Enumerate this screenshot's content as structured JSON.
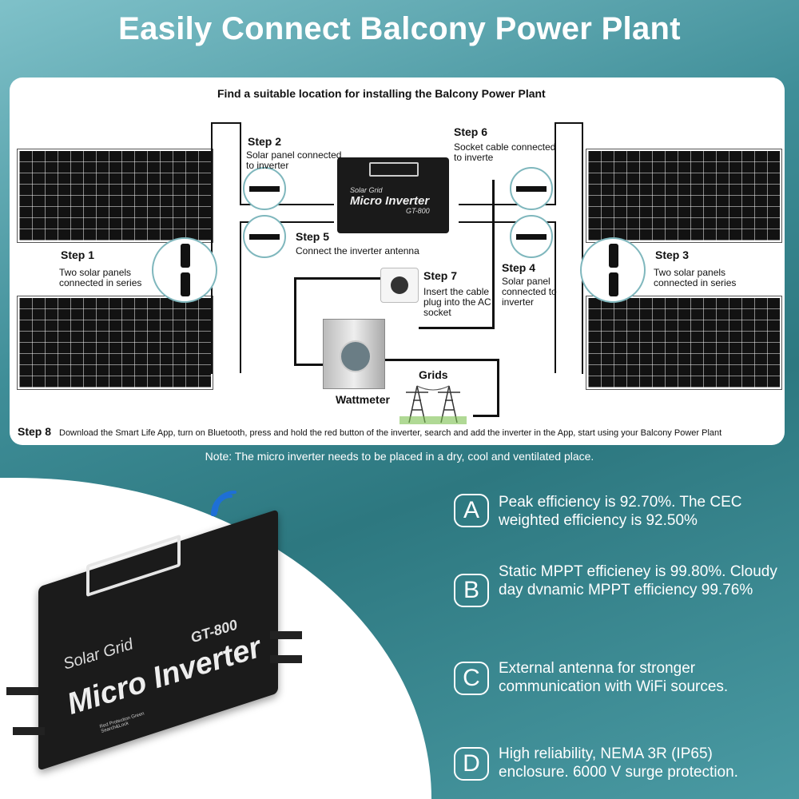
{
  "title": "Easily Connect Balcony Power Plant",
  "diagram": {
    "heading": "Find a suitable location for installing the Balcony Power Plant",
    "step1": {
      "label": "Step 1",
      "text": "Two solar panels connected in series"
    },
    "step2": {
      "label": "Step 2",
      "text": "Solar panel connected to inverter"
    },
    "step3": {
      "label": "Step 3",
      "text": "Two solar panels connected in series"
    },
    "step4": {
      "label": "Step 4",
      "text": "Solar panel connected to inverter"
    },
    "step5": {
      "label": "Step 5",
      "text": "Connect the inverter antenna"
    },
    "step6": {
      "label": "Step 6",
      "text": "Socket cable connected to inverte"
    },
    "step7": {
      "label": "Step 7",
      "text": "Insert the cable plug into the AC socket"
    },
    "grids": "Grids",
    "wattmeter": "Wattmeter",
    "step8": {
      "label": "Step 8",
      "text": "Download the Smart Life App, turn on Bluetooth, press and hold the red button of the inverter, search and add the inverter in the App, start using your Balcony Power Plant"
    },
    "inverter": {
      "brand": "Solar Grid",
      "name": "Micro Inverter",
      "model": "GT-800"
    }
  },
  "note": "Note: The micro inverter needs to be placed in a dry, cool and ventilated place.",
  "product": {
    "brand": "Solar Grid",
    "name": "Micro Inverter",
    "model": "GT-800",
    "button_label": "Red Protection Green Search&Lock",
    "wifi_icon": "wifi-icon"
  },
  "features": [
    {
      "letter": "A",
      "text": "Peak efficiency is 92.70%. The CEC weighted efficiency is 92.50%"
    },
    {
      "letter": "B",
      "text": "Static MPPT efficieney is 99.80%. Cloudy day dvnamic MPPT efficiency 99.76%"
    },
    {
      "letter": "C",
      "text": "External antenna for stronger communication with WiFi sources."
    },
    {
      "letter": "D",
      "text": "High reliability, NEMA 3R (IP65) enclosure. 6000 V surge protection."
    }
  ],
  "colors": {
    "teal": "#3f8e98",
    "panel": "#121212",
    "accent_line": "#7fb7bd"
  }
}
